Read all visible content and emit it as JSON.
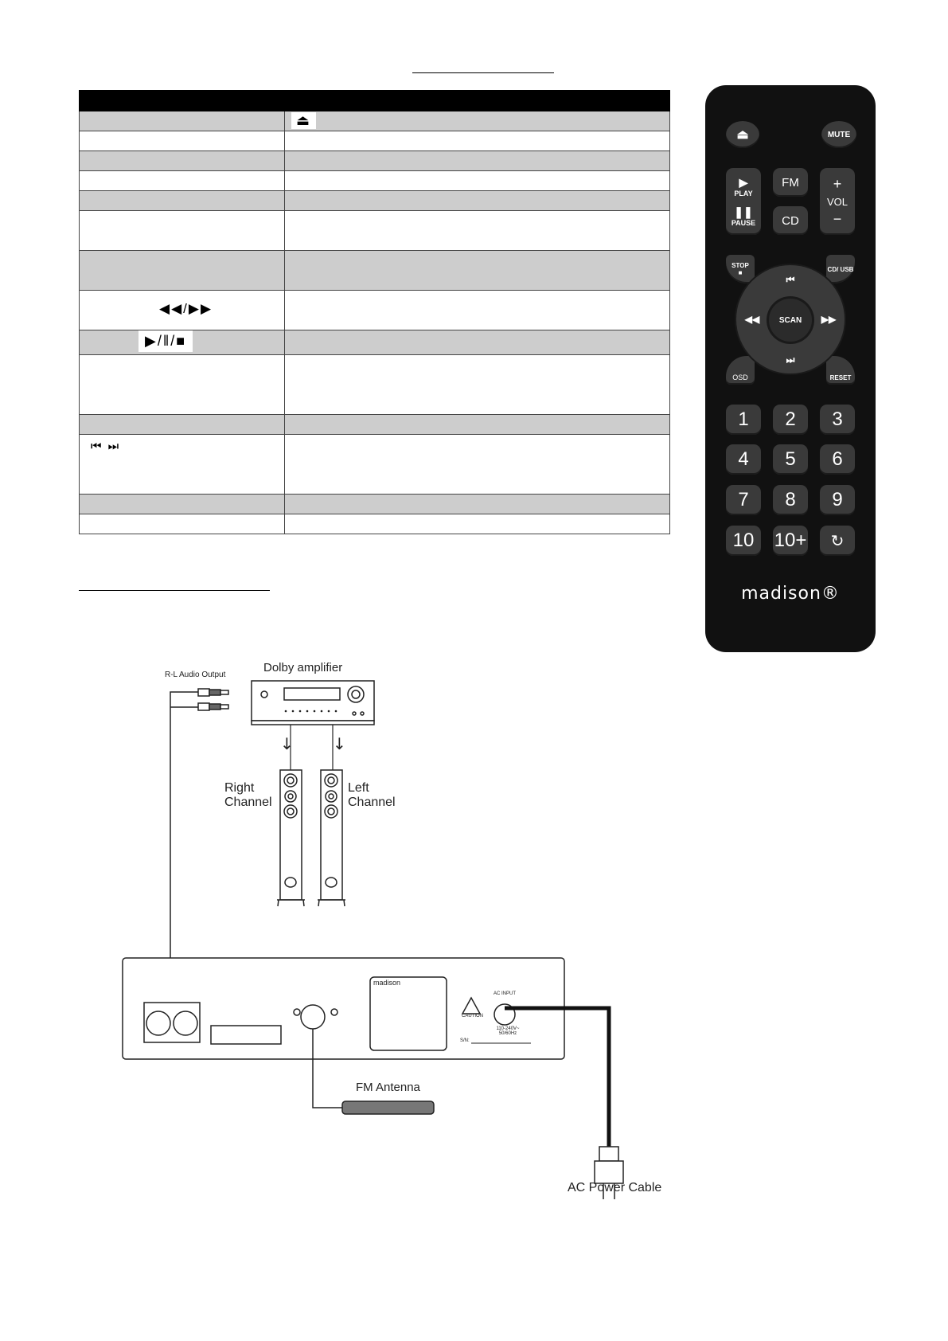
{
  "table": {
    "eject_symbol": "⏏",
    "skip_symbol": "◀◀/▶▶",
    "play_symbol": "▶/‖/■",
    "prev_next_symbol": "⏮ ⏭"
  },
  "remote": {
    "buttons": {
      "eject": "⏏",
      "mute": "MUTE",
      "play": "PLAY",
      "pause": "PAUSE",
      "fm": "FM",
      "cd": "CD",
      "vol_plus": "+",
      "vol": "VOL",
      "vol_minus": "−",
      "stop": "STOP",
      "cd_usb": "CD/ USB",
      "scan": "SCAN",
      "osd": "OSD",
      "reset": "RESET",
      "repeat_icon": "↻"
    },
    "numbers": [
      "1",
      "2",
      "3",
      "4",
      "5",
      "6",
      "7",
      "8",
      "9",
      "10",
      "10+"
    ],
    "brand": "madison®"
  },
  "diagram": {
    "rl_audio_output": "R-L Audio Output",
    "dolby_amplifier": "Dolby  amplifier",
    "right_channel": "Right\nChannel",
    "left_channel": "Left\nChannel",
    "fm_antenna": "FM Antenna",
    "ac_power_cable": "AC Power Cable",
    "panel_brand": "madison",
    "ac_input": "AC INPUT",
    "caution": "CAUTION",
    "voltage": "110-240V~ 50/60Hz",
    "sn": "S/N:"
  }
}
